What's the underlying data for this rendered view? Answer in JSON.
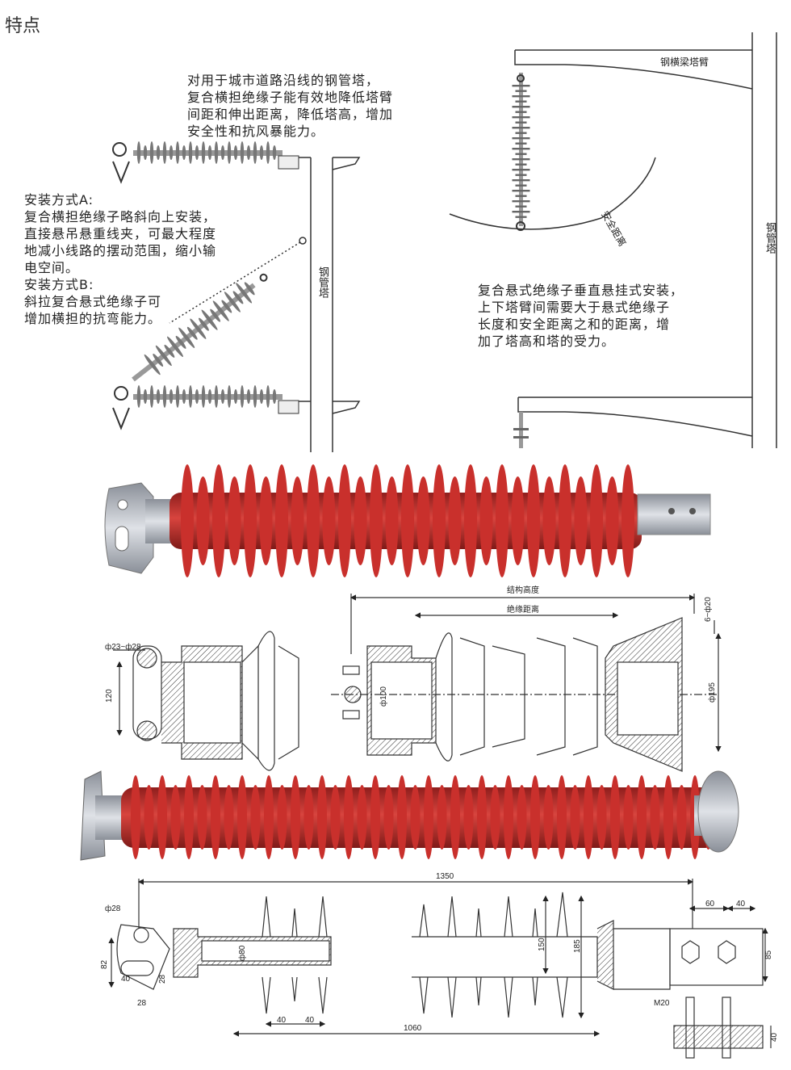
{
  "page_title": "特点",
  "top_text": "对用于城市道路沿线的钢管塔，\n复合横担绝缘子能有效地降低塔臂\n间距和伸出距离，降低塔高，增加\n安全性和抗风暴能力。",
  "left_text": "安装方式A:\n复合横担绝缘子略斜向上安装，\n直接悬吊悬重线夹，可最大程度\n地减小线路的摆动范围，缩小输\n电空间。\n安装方式B:\n斜拉复合悬式绝缘子可\n增加横担的抗弯能力。",
  "right_text": "复合悬式绝缘子垂直悬挂式安装，\n上下塔臂间需要大于悬式绝缘子\n长度和安全距离之和的距离，增\n加了塔高和塔的受力。",
  "labels": {
    "steel_pipe_tower_left": "钢管塔",
    "steel_cross_arm": "钢横梁塔臂",
    "safety_distance": "安全距离",
    "steel_pipe_tower_right": "钢管塔",
    "structure_height": "结构高度",
    "insulation_distance": "绝缘距离"
  },
  "dims_mid": {
    "d_23_28": "ф23~ф28",
    "h_120": "120",
    "d_100": "ф100",
    "d_195": "ф195",
    "d_6_20": "6~ф20"
  },
  "dims_bottom": {
    "len_1350": "1350",
    "len_1060": "1060",
    "d_28": "ф28",
    "h_82": "82",
    "w_40": "40",
    "w_28a": "28",
    "w_28b": "28",
    "d_80": "ф80",
    "p_40a": "40",
    "p_40b": "40",
    "h_150": "150",
    "h_185": "185",
    "w_60": "60",
    "w_40r": "40",
    "h_85": "85",
    "m20": "M20",
    "t_40": "40"
  },
  "colors": {
    "insulator_red": "#c9302c",
    "fitting_gray": "#b9bdc4"
  }
}
